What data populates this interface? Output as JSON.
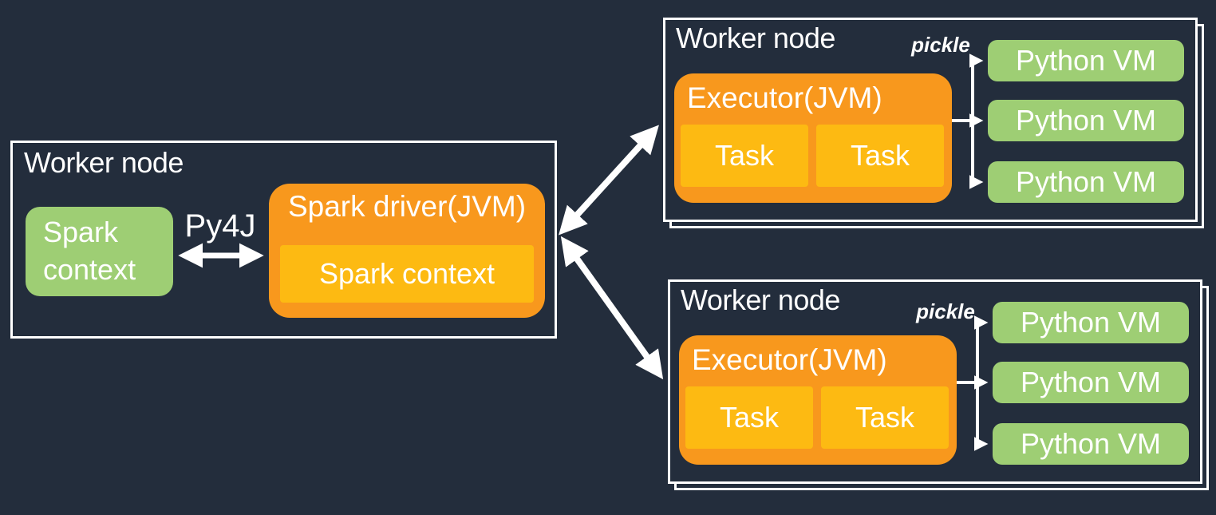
{
  "colors": {
    "background": "#232D3C",
    "box_border": "#FFFFFF",
    "green": "#9ECE74",
    "orange": "#F8981D",
    "yellow": "#FDBA12",
    "text": "#FFFFFF"
  },
  "driver_node": {
    "title": "Worker node",
    "python_context": {
      "label": "Spark context"
    },
    "py4j": {
      "label": "Py4J"
    },
    "spark_driver": {
      "title": "Spark driver(JVM)",
      "inner": {
        "label": "Spark context"
      }
    }
  },
  "worker_nodes": [
    {
      "title": "Worker node",
      "pickle_label": "pickle",
      "executor": {
        "title": "Executor(JVM)",
        "tasks": [
          {
            "label": "Task"
          },
          {
            "label": "Task"
          }
        ]
      },
      "python_vms": [
        {
          "label": "Python VM"
        },
        {
          "label": "Python VM"
        },
        {
          "label": "Python VM"
        }
      ]
    },
    {
      "title": "Worker node",
      "pickle_label": "pickle",
      "executor": {
        "title": "Executor(JVM)",
        "tasks": [
          {
            "label": "Task"
          },
          {
            "label": "Task"
          }
        ]
      },
      "python_vms": [
        {
          "label": "Python VM"
        },
        {
          "label": "Python VM"
        },
        {
          "label": "Python VM"
        }
      ]
    }
  ]
}
